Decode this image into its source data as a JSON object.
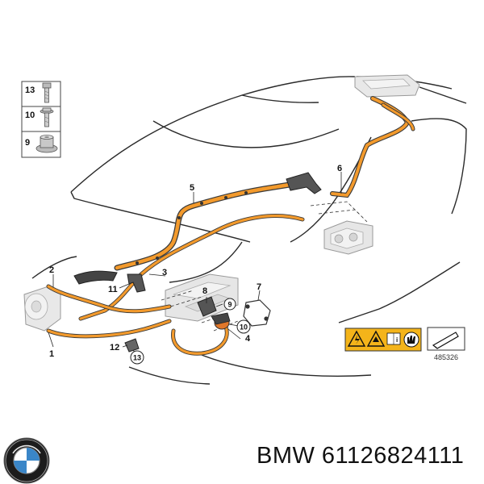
{
  "legend": [
    {
      "num": "13",
      "icon": "bolt-icon"
    },
    {
      "num": "10",
      "icon": "flange-bolt-icon"
    },
    {
      "num": "9",
      "icon": "washer-nut-icon"
    }
  ],
  "callouts": [
    {
      "label": "1"
    },
    {
      "label": "2"
    },
    {
      "label": "3"
    },
    {
      "label": "4"
    },
    {
      "label": "5"
    },
    {
      "label": "6"
    },
    {
      "label": "7"
    },
    {
      "label": "8"
    },
    {
      "label": "11"
    },
    {
      "label": "12"
    }
  ],
  "circled": [
    {
      "label": "9"
    },
    {
      "label": "10"
    },
    {
      "label": "13"
    }
  ],
  "reference_number": "485326",
  "caption": "BMW 61126824111",
  "colors": {
    "cable_orange": "#f39a2c",
    "cable_outline": "#3a3a3a",
    "warning_yellow": "#f4b41a",
    "car_outline": "#2a2a2a"
  },
  "icons": [
    "high-voltage-warning-icon",
    "electric-shock-hand-icon",
    "manual-icon",
    "no-touch-hand-icon",
    "bmw-logo-icon"
  ]
}
